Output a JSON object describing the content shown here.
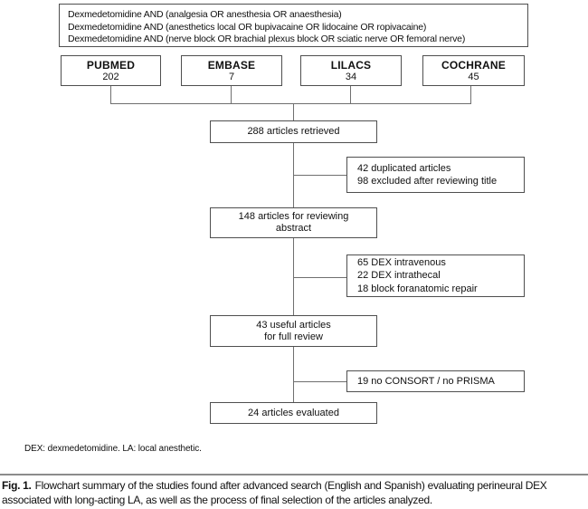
{
  "fig": {
    "search": {
      "lines": [
        "Dexmedetomidine AND (analgesia OR anesthesia OR anaesthesia)",
        "Dexmedetomidine AND (anesthetics local OR bupivacaine OR lidocaine OR ropivacaine)",
        "Dexmedetomidine AND (nerve block OR brachial plexus block OR sciatic nerve OR femoral nerve)"
      ]
    },
    "databases": [
      {
        "name": "PUBMED",
        "count": "202"
      },
      {
        "name": "EMBASE",
        "count": "7"
      },
      {
        "name": "LILACS",
        "count": "34"
      },
      {
        "name": "COCHRANE",
        "count": "45"
      }
    ],
    "flow": {
      "retrieved": "288 articles retrieved",
      "abstract_line1": "148 articles for reviewing",
      "abstract_line2": "abstract",
      "full_review_line1": "43 useful articles",
      "full_review_line2": "for full review",
      "evaluated": "24 articles evaluated"
    },
    "exclusions": {
      "first": {
        "lines": [
          "42 duplicated articles",
          "98 excluded after reviewing title"
        ]
      },
      "second": {
        "lines": [
          "65 DEX intravenous",
          "22 DEX intrathecal",
          "18 block foranatomic repair"
        ]
      },
      "third": {
        "lines": [
          "19 no CONSORT / no PRISMA"
        ]
      }
    },
    "footnote": "DEX: dexmedetomidine. LA: local anesthetic.",
    "caption": {
      "label": "Fig. 1.",
      "text": "Flowchart summary of the studies found after advanced search (English and Spanish) evaluating perineural DEX associated with long-acting LA, as well as the process of final selection of the articles analyzed."
    },
    "colors": {
      "box_border": "#4f4f4f",
      "connector_line": "#6f6f6f",
      "text": "#101010",
      "caption_rule": "#8c8c8c"
    }
  }
}
